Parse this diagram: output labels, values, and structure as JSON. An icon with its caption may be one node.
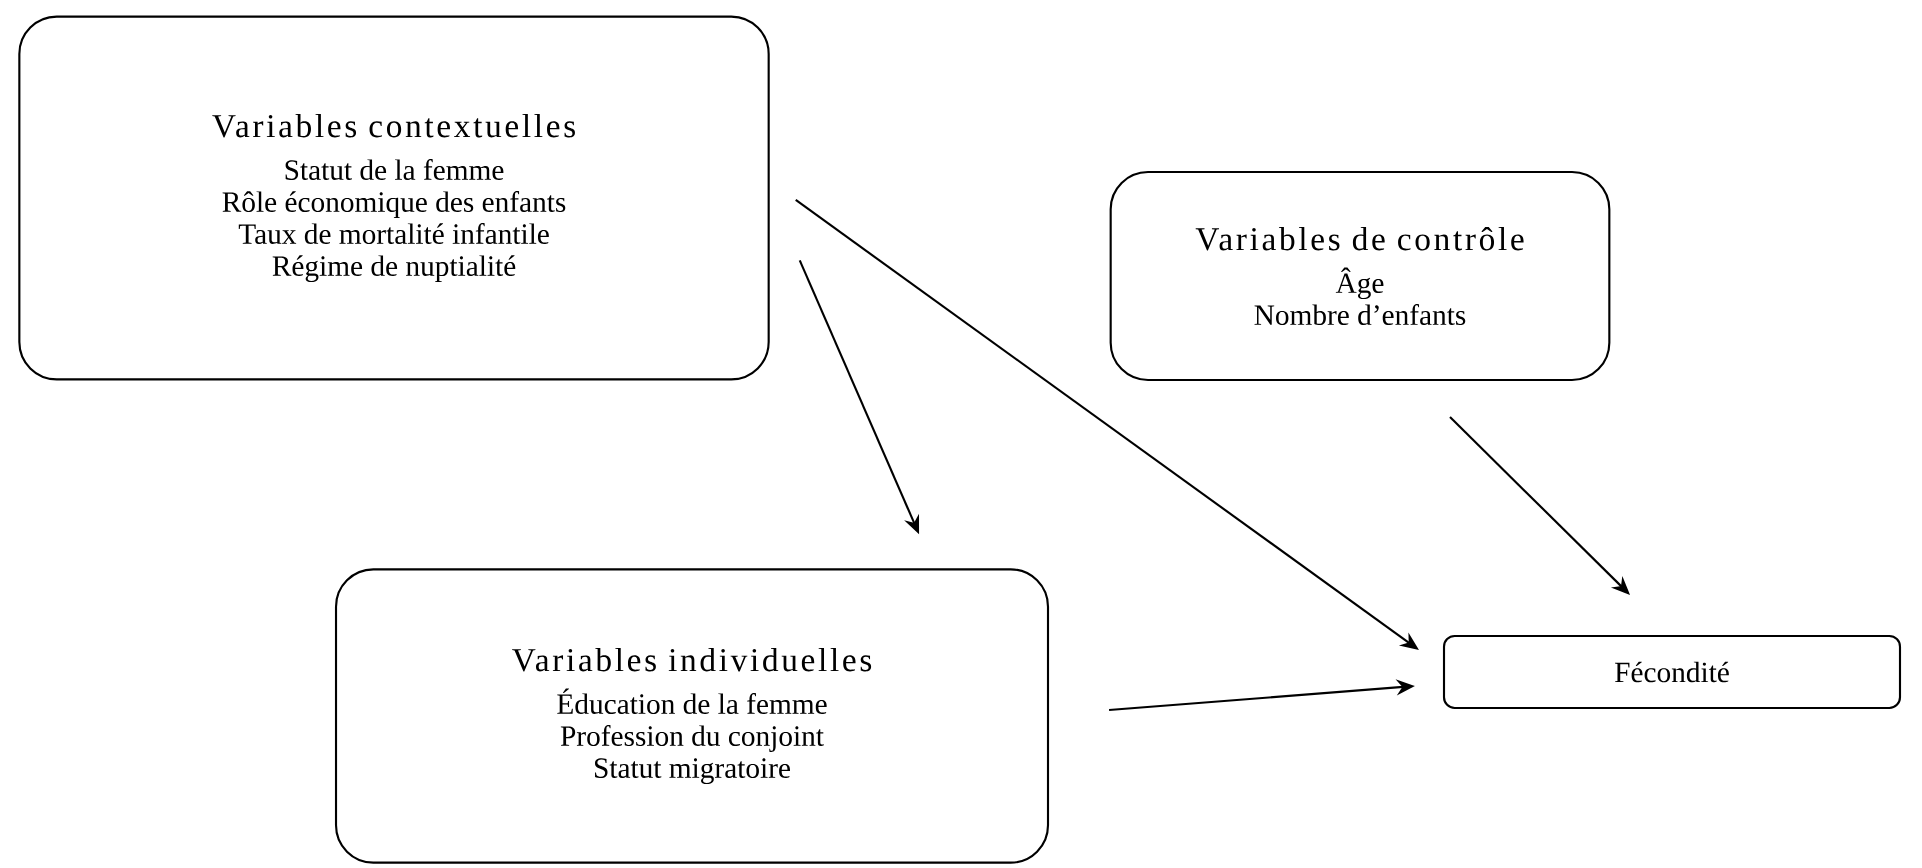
{
  "diagram": {
    "nodes": [
      {
        "text": [
          "Variables contextuelles",
          "Statut de la femme",
          "Rôle économique des enfants",
          "Taux de mortalité infantile",
          "Régime de nuptialité"
        ]
      },
      {
        "text": [
          "Variables de contrôle",
          "Âge",
          "Nombre d’enfants"
        ]
      },
      {
        "text": [
          "Variables individuelles",
          "Éducation de la femme",
          "Profession du conjoint",
          "Statut migratoire"
        ]
      },
      {
        "text": [
          "Fécondité"
        ]
      }
    ],
    "edges": [
      {
        "from": 0,
        "to": 2,
        "arrow": "to"
      },
      {
        "from": 0,
        "to": 3,
        "arrow": "to"
      },
      {
        "from": 1,
        "to": 3,
        "arrow": "to"
      },
      {
        "from": 2,
        "to": 3,
        "arrow": "to"
      }
    ]
  }
}
